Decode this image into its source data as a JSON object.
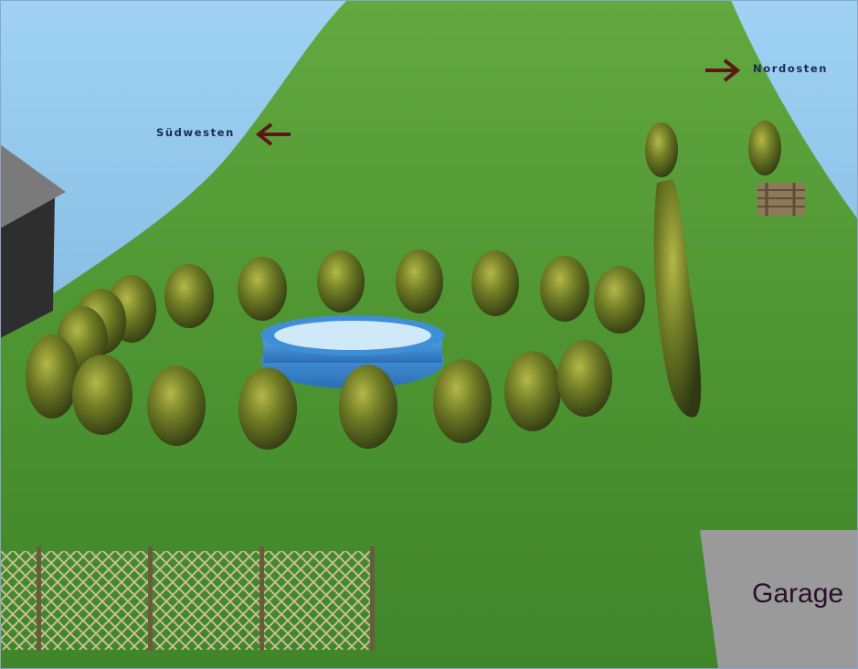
{
  "scene": {
    "directions": [
      {
        "label": "Südwesten",
        "arrow": "left-arrow-icon"
      },
      {
        "label": "Nordosten",
        "arrow": "right-arrow-icon"
      }
    ],
    "garage_label": "Garage",
    "colors": {
      "sky": "#8fc4ea",
      "grass": "#4f9a34",
      "pool": "#3f8fd6",
      "pool_water": "#cfe9f8",
      "shrub": "#5d6d1e",
      "arrow": "#5a1a14",
      "garage": "#9a9a9a",
      "house_wall": "#2e2e2e",
      "house_roof": "#7a7a7a",
      "fence": "#b7a986"
    },
    "objects": [
      "house",
      "pool",
      "shrubs",
      "hedge",
      "small-trees",
      "wooden-planter",
      "lattice-fence",
      "garage"
    ]
  }
}
